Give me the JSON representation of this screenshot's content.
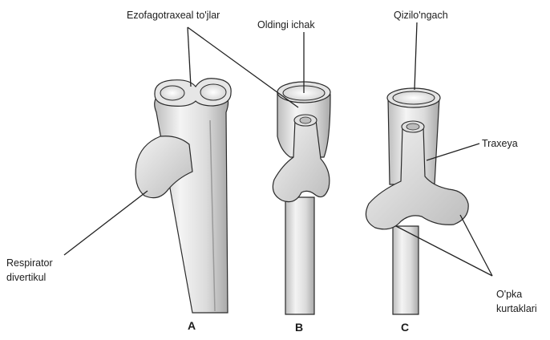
{
  "labels": {
    "tracheoesophageal_folds": "Ezofagotraxeal to'jlar",
    "foregut": "Oldingi ichak",
    "esophagus": "Qizilo'ngach",
    "trachea": "Traxeya",
    "respiratory_diverticulum_line1": "Respirator",
    "respiratory_diverticulum_line2": "divertikul",
    "lung_buds_line1": "O'pka",
    "lung_buds_line2": "kurtaklari"
  },
  "panels": [
    "A",
    "B",
    "C"
  ],
  "colors": {
    "tissue_fill": "#e9e9e9",
    "tissue_shadow": "#c4c4c4",
    "outline": "#2a2a2a",
    "background": "#ffffff"
  }
}
